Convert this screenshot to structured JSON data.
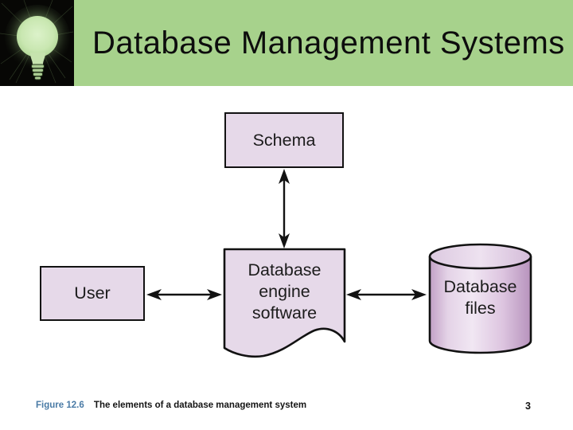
{
  "header": {
    "title": "Database Management Systems"
  },
  "diagram": {
    "schema_label": "Schema",
    "user_label": "User",
    "engine_label": "Database\nengine\nsoftware",
    "files_label": "Database\nfiles"
  },
  "caption": {
    "figure_label": "Figure 12.6",
    "text": "The elements of a database management system",
    "page_number": "3"
  },
  "colors": {
    "banner_green": "#a7d28c",
    "shape_fill": "#e6d9e9",
    "cylinder_dark": "#b793bd",
    "figure_blue": "#4a7ba6",
    "outline_black": "#121212"
  },
  "icons": {
    "logo": "lightbulb-icon"
  }
}
